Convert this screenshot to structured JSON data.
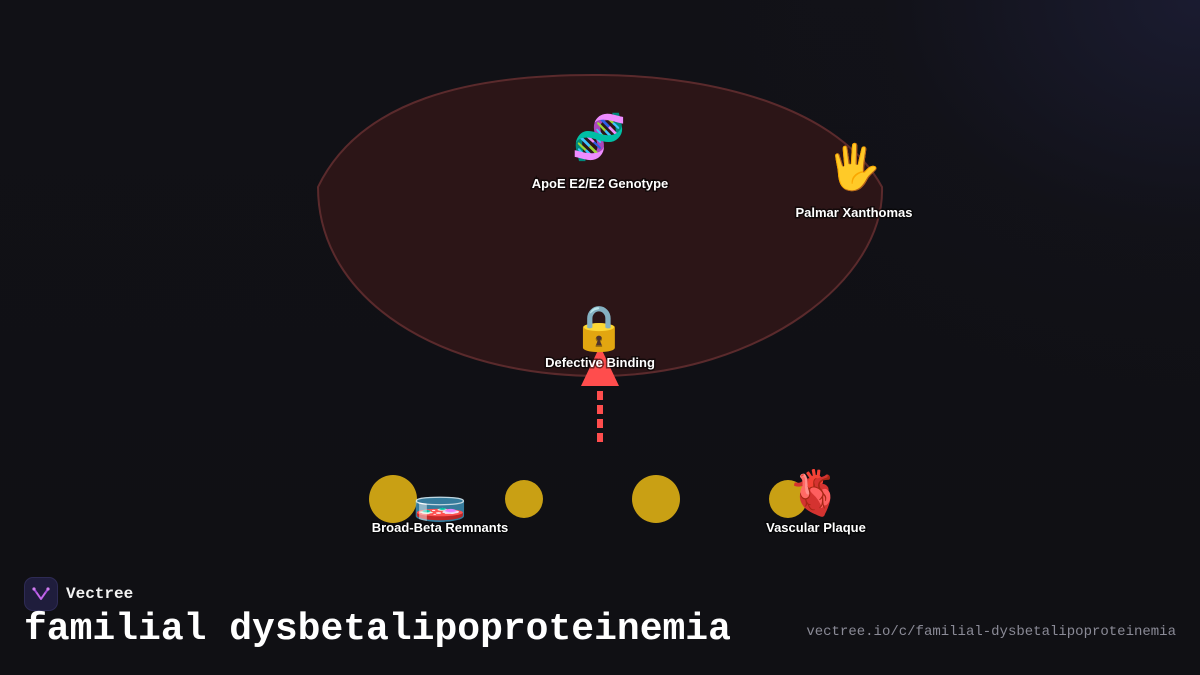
{
  "diagram": {
    "nodes": {
      "genotype": {
        "label": "ApoE E2/E2 Genotype",
        "icon": "dna-icon",
        "glyph": "🧬"
      },
      "xanthomas": {
        "label": "Palmar Xanthomas",
        "icon": "hand-icon",
        "glyph": "🖐"
      },
      "binding": {
        "label": "Defective Binding",
        "icon": "lock-icon",
        "glyph": "🔒"
      },
      "remnants": {
        "label": "Broad-Beta Remnants",
        "icon": "petri-dish-icon",
        "glyph": "🧫"
      },
      "plaque": {
        "label": "Vascular Plaque",
        "icon": "anatomical-heart-icon",
        "glyph": "🫀"
      }
    },
    "colors": {
      "region_fill": "#2c1517",
      "region_stroke": "#5a2a2c",
      "arrow": "#ff4d4d",
      "particle": "#c9a014"
    }
  },
  "branding": {
    "name": "Vectree",
    "logo_icon": "vectree-logo-icon"
  },
  "title": "familial dysbetalipoproteinemia",
  "url": "vectree.io/c/familial-dysbetalipoproteinemia"
}
